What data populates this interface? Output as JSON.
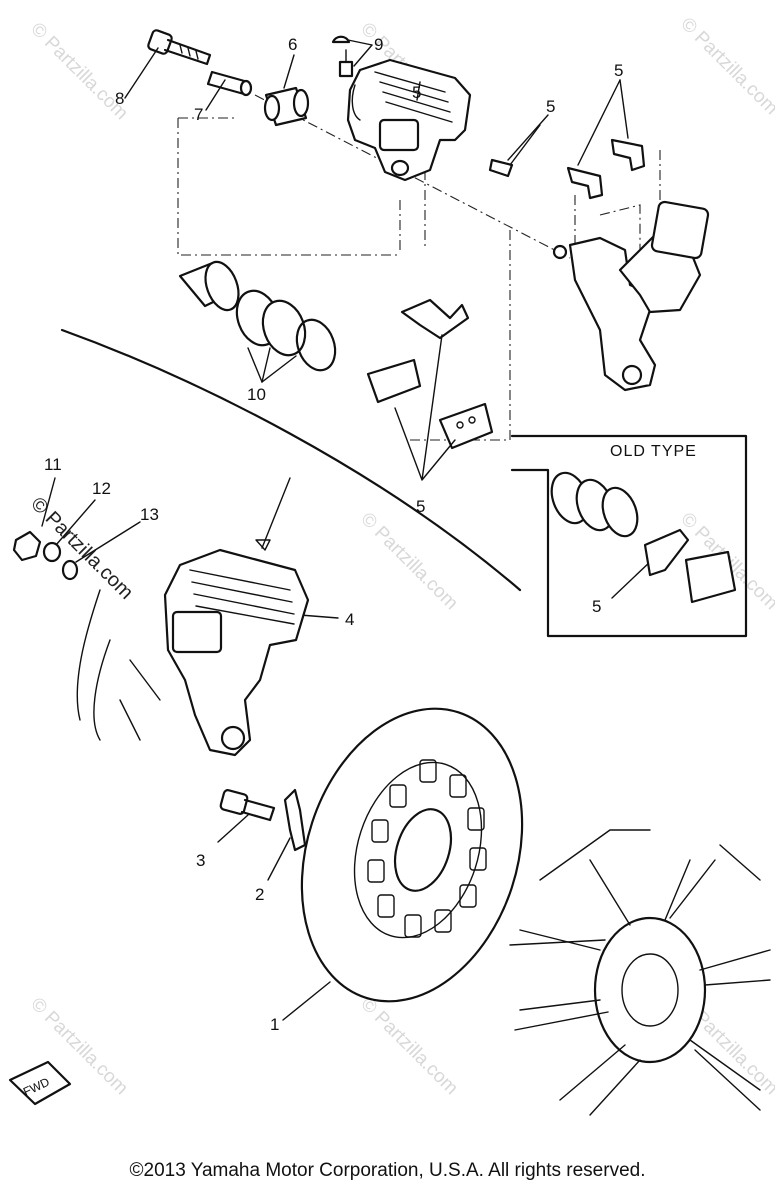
{
  "watermarks": {
    "light": "© Partzilla.com",
    "dark": "© Partzilla.com"
  },
  "callouts": {
    "c1": "1",
    "c2": "2",
    "c3": "3",
    "c4": "4",
    "c5_top_mid": "5",
    "c5_top_right": "5",
    "c5_bolt": "5",
    "c5_pads": "5",
    "c5_old": "5",
    "c6": "6",
    "c7": "7",
    "c8": "8",
    "c9": "9",
    "c10": "10",
    "c11": "11",
    "c12": "12",
    "c13": "13"
  },
  "old_type_box": {
    "title": "OLD TYPE"
  },
  "fwd_label": "FWD",
  "footer": {
    "copyright": "©2013  Yamaha Motor Corporation, U.S.A. All rights reserved."
  }
}
